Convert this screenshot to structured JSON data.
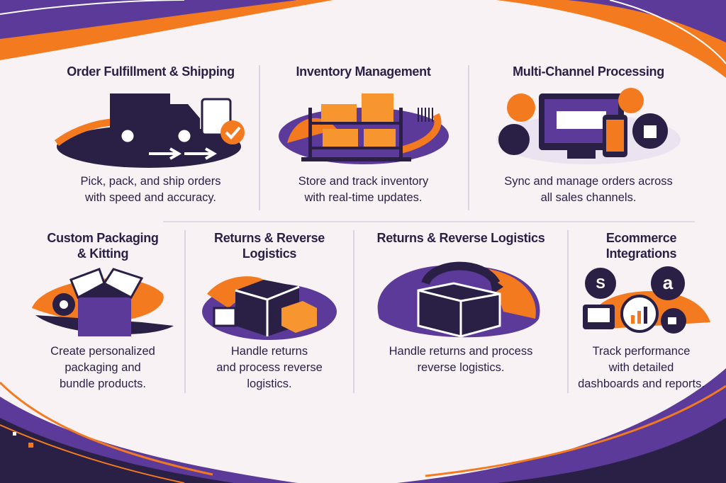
{
  "colors": {
    "purple": "#5b3a9a",
    "dark": "#2a1f45",
    "orange": "#f47a20",
    "background": "#f8f2f5"
  },
  "top_row": [
    {
      "title": "Order Fulfillment & Shipping",
      "desc_lines": [
        "Pick, pack, and ship orders",
        "with speed and accuracy."
      ],
      "icon": "delivery-truck-icon"
    },
    {
      "title": "Inventory Management",
      "desc_lines": [
        "Store and track inventory",
        "with real-time updates."
      ],
      "icon": "warehouse-shelf-icon"
    },
    {
      "title": "Multi-Channel Processing",
      "desc_lines": [
        "Sync and manage orders across",
        "all sales channels."
      ],
      "icon": "multichannel-devices-icon"
    }
  ],
  "bottom_row": [
    {
      "title_lines": [
        "Custom Packaging",
        "& Kitting"
      ],
      "desc_lines": [
        "Create personalized",
        "packaging and",
        "bundle products."
      ],
      "icon": "open-box-gear-icon"
    },
    {
      "title_lines": [
        "Returns & Reverse",
        "Logistics"
      ],
      "desc_lines": [
        "Handle returns",
        "and process reverse",
        "logistics."
      ],
      "icon": "return-boxes-icon"
    },
    {
      "title_lines": [
        "Returns & Reverse Logistics"
      ],
      "desc_lines": [
        "Handle returns and process",
        "reverse logistics."
      ],
      "icon": "return-arrow-box-icon"
    },
    {
      "title_lines": [
        "Ecommerce",
        "Integrations"
      ],
      "desc_lines": [
        "Track performance",
        "with detailed",
        "dashboards and reports."
      ],
      "icon": "integrations-icon"
    }
  ]
}
